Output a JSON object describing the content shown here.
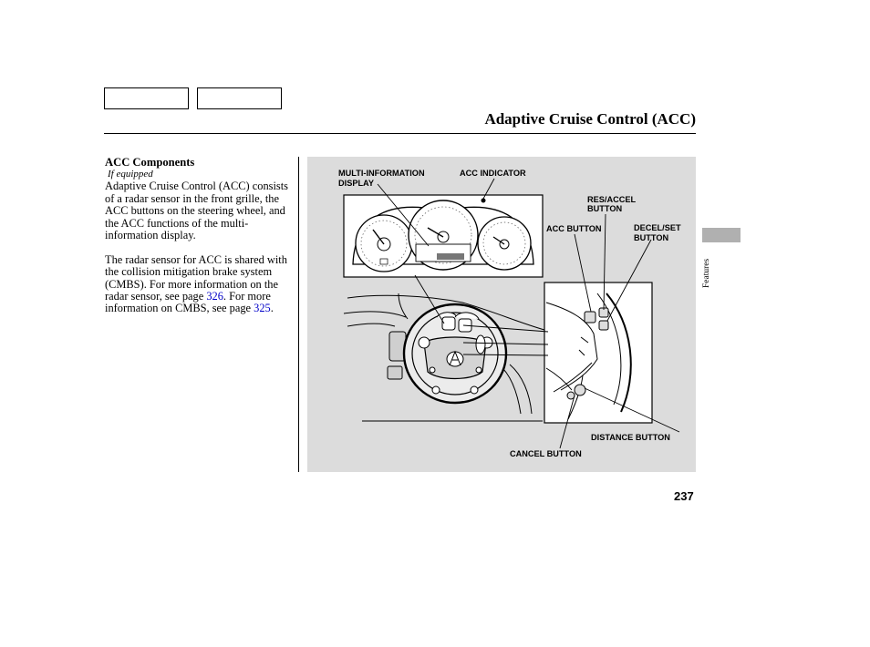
{
  "header": {
    "title": "Adaptive Cruise Control (ACC)"
  },
  "nav": {
    "prev_label": "",
    "next_label": ""
  },
  "side_tab": {
    "label": "Features"
  },
  "section": {
    "title": "ACC Components",
    "subtitle": "If equipped",
    "para1": "Adaptive Cruise Control (ACC) consists of a radar sensor in the front grille, the ACC buttons on the steering wheel, and the ACC functions of the multi-information display.",
    "para2_pre": "The radar sensor for ACC is shared with the collision mitigation brake system (CMBS). For more information on the radar sensor, see page ",
    "link1": "326",
    "para2_mid": ". For more information on CMBS, see page ",
    "link2": "325",
    "para2_post": "."
  },
  "figure": {
    "labels": {
      "mid_line1": "MULTI-INFORMATION",
      "mid_line2": "DISPLAY",
      "acc_indicator": "ACC INDICATOR",
      "res_line1": "RES/ACCEL",
      "res_line2": "BUTTON",
      "acc_button": "ACC BUTTON",
      "decel_line1": "DECEL/SET",
      "decel_line2": "BUTTON",
      "distance_button": "DISTANCE BUTTON",
      "cancel_button": "CANCEL BUTTON"
    }
  },
  "footer": {
    "page_number": "237"
  },
  "colors": {
    "figure_bg": "#dcdcdc",
    "side_tab": "#b0b0b0",
    "link": "#0000c8"
  }
}
